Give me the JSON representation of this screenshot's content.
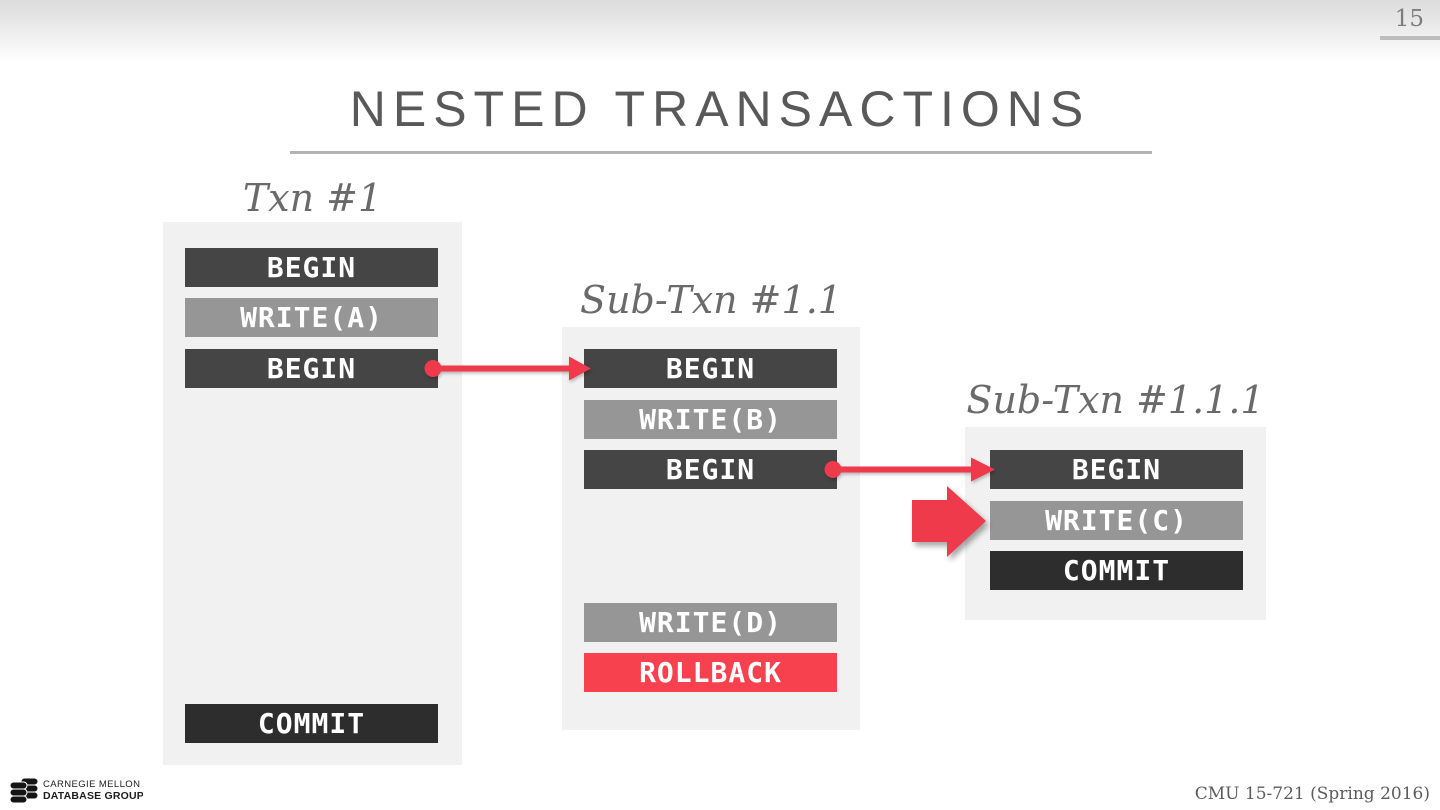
{
  "page": {
    "number": "15",
    "title": "NESTED TRANSACTIONS",
    "footer_credit": "CMU 15-721 (Spring 2016)"
  },
  "logo": {
    "line1": "CARNEGIE MELLON",
    "line2": "DATABASE GROUP"
  },
  "colors": {
    "begin_bar": "#454545",
    "write_bar": "#969696",
    "commit_bar": "#2d2d2d",
    "rollback_bar": "#f8414e",
    "arrow_red": "#ee3a4a",
    "box_background": "#f1f1f1",
    "title_gray": "#595959",
    "label_gray": "#6a6a6a"
  },
  "transactions": [
    {
      "label": "Txn #1",
      "ops": [
        {
          "text": "BEGIN",
          "type": "begin"
        },
        {
          "text": "WRITE(A)",
          "type": "write"
        },
        {
          "text": "BEGIN",
          "type": "begin"
        },
        {
          "text": "COMMIT",
          "type": "commit"
        }
      ]
    },
    {
      "label": "Sub-Txn #1.1",
      "ops": [
        {
          "text": "BEGIN",
          "type": "begin"
        },
        {
          "text": "WRITE(B)",
          "type": "write"
        },
        {
          "text": "BEGIN",
          "type": "begin"
        },
        {
          "text": "WRITE(D)",
          "type": "write"
        },
        {
          "text": "ROLLBACK",
          "type": "rollback"
        }
      ]
    },
    {
      "label": "Sub-Txn #1.1.1",
      "ops": [
        {
          "text": "BEGIN",
          "type": "begin"
        },
        {
          "text": "WRITE(C)",
          "type": "write"
        },
        {
          "text": "COMMIT",
          "type": "commit"
        }
      ]
    }
  ]
}
